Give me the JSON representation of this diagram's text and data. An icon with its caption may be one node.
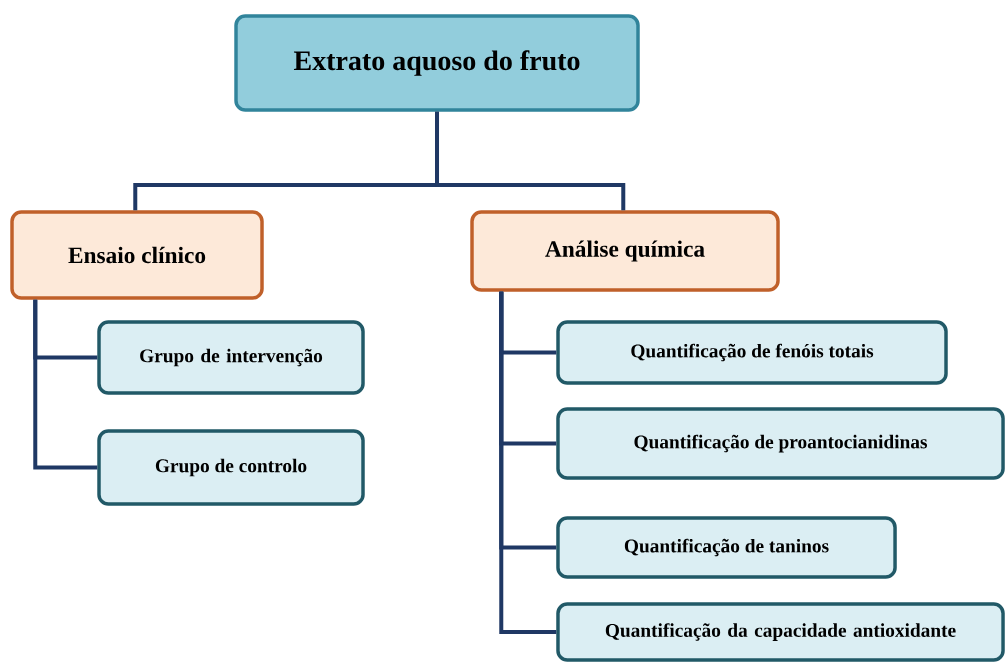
{
  "diagram": {
    "nodes": [
      {
        "text": [
          "Extrato aquoso do fruto"
        ]
      },
      {
        "text": [
          "Ensaio clínico"
        ]
      },
      {
        "text": [
          "Análise química"
        ]
      },
      {
        "text": [
          "Grupo de intervenção"
        ]
      },
      {
        "text": [
          "Grupo de controlo"
        ]
      },
      {
        "text": [
          "Quantificação de fenóis totais"
        ]
      },
      {
        "text": [
          "Quantificação de proantocianidinas"
        ]
      },
      {
        "text": [
          "Quantificação de taninos"
        ]
      },
      {
        "text": [
          "Quantificação da capacidade antioxidante"
        ]
      }
    ],
    "edges": [
      {
        "from": 0,
        "to": 1,
        "arrow": "none"
      },
      {
        "from": 0,
        "to": 2,
        "arrow": "none"
      },
      {
        "from": 1,
        "to": 3,
        "arrow": "none"
      },
      {
        "from": 1,
        "to": 4,
        "arrow": "none"
      },
      {
        "from": 2,
        "to": 5,
        "arrow": "none"
      },
      {
        "from": 2,
        "to": 6,
        "arrow": "none"
      },
      {
        "from": 2,
        "to": 7,
        "arrow": "none"
      },
      {
        "from": 2,
        "to": 8,
        "arrow": "none"
      }
    ]
  }
}
